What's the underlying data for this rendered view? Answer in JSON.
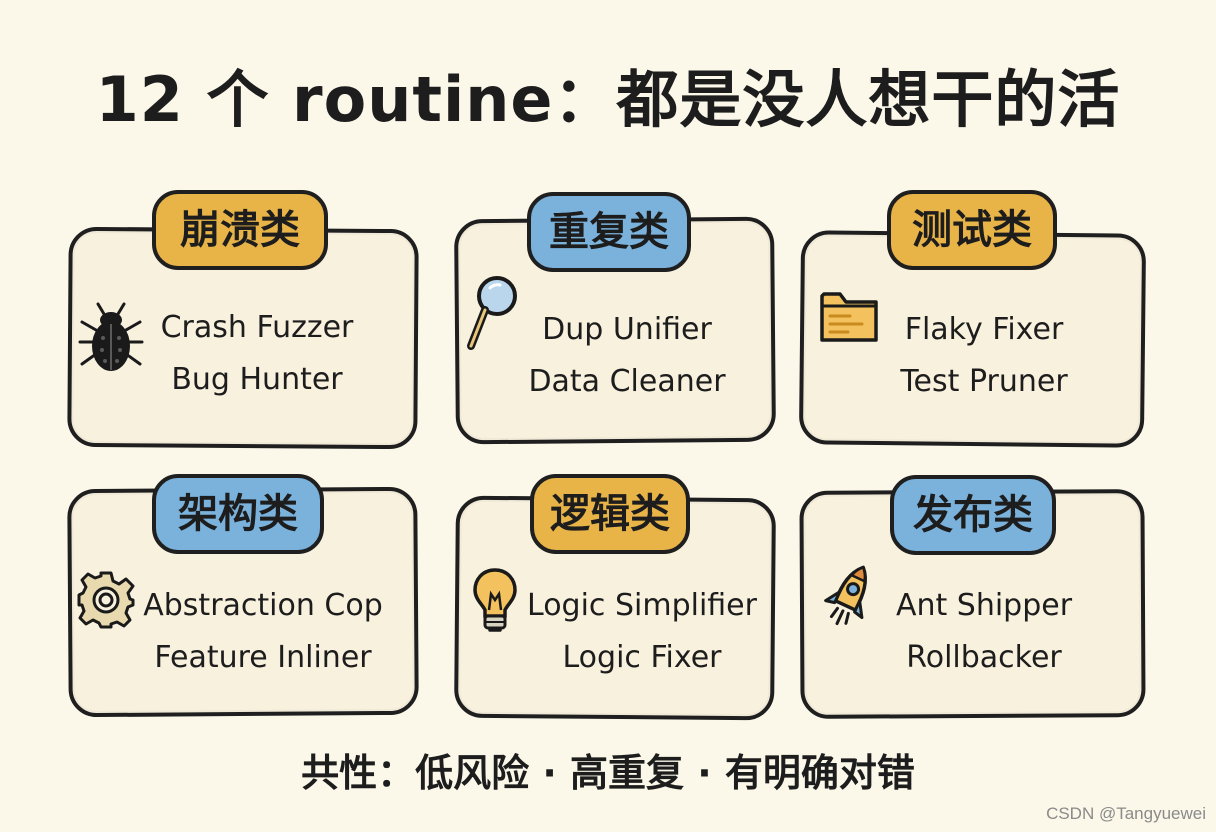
{
  "title": "12 个 routine：都是没人想干的活",
  "categories": [
    {
      "label": "崩溃类",
      "tag_color": "#e8b448",
      "icon": "bug-icon",
      "routines": [
        "Crash Fuzzer",
        "Bug Hunter"
      ]
    },
    {
      "label": "重复类",
      "tag_color": "#7ab2dc",
      "icon": "magnifier-icon",
      "routines": [
        "Dup Unifier",
        "Data Cleaner"
      ]
    },
    {
      "label": "测试类",
      "tag_color": "#e8b448",
      "icon": "folder-icon",
      "routines": [
        "Flaky Fixer",
        "Test Pruner"
      ]
    },
    {
      "label": "架构类",
      "tag_color": "#7ab2dc",
      "icon": "gear-icon",
      "routines": [
        "Abstraction Cop",
        "Feature Inliner"
      ]
    },
    {
      "label": "逻辑类",
      "tag_color": "#e8b448",
      "icon": "lightbulb-icon",
      "routines": [
        "Logic Simplifier",
        "Logic Fixer"
      ]
    },
    {
      "label": "发布类",
      "tag_color": "#7ab2dc",
      "icon": "rocket-icon",
      "routines": [
        "Ant Shipper",
        "Rollbacker"
      ]
    }
  ],
  "footer": "共性：低风险 · 高重复 · 有明确对错",
  "watermark": "CSDN @Tangyuewei"
}
